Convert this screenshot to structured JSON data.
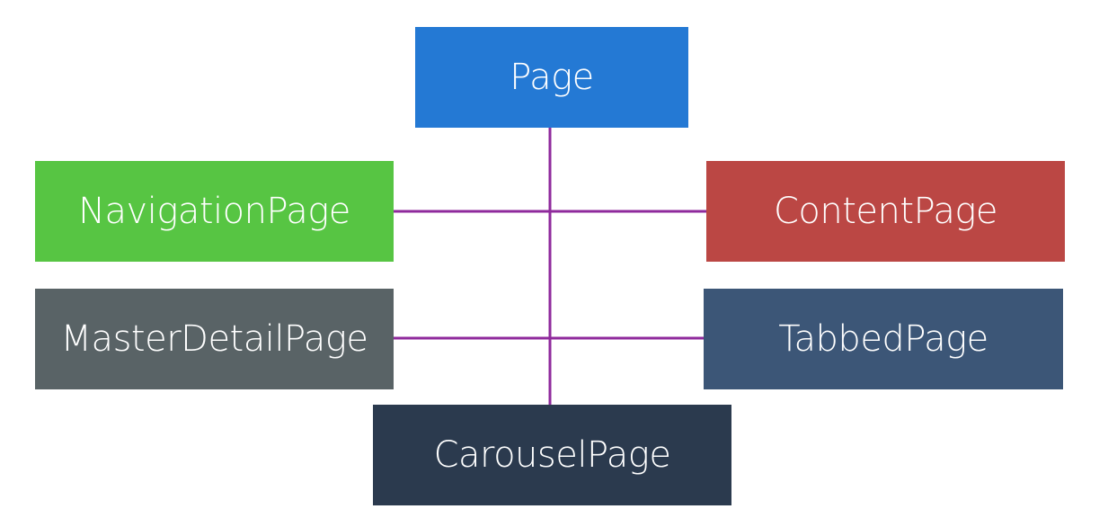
{
  "connector_color": "#8f2a9c",
  "nodes": {
    "page": {
      "label": "Page",
      "color": "#2479d4"
    },
    "nav": {
      "label": "NavigationPage",
      "color": "#57c543"
    },
    "content": {
      "label": "ContentPage",
      "color": "#bb4744"
    },
    "master": {
      "label": "MasterDetailPage",
      "color": "#596366"
    },
    "tabbed": {
      "label": "TabbedPage",
      "color": "#3c5677"
    },
    "carousel": {
      "label": "CarouselPage",
      "color": "#2b3a4e"
    }
  }
}
